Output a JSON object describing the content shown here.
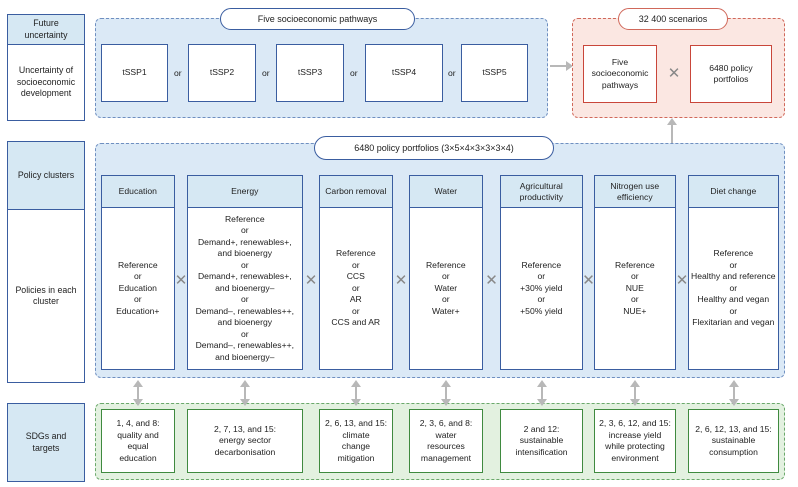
{
  "colors": {
    "panel_blue": "#dbe9f6",
    "panel_green": "#e3f1e0",
    "panel_red": "#fbe7e2",
    "header_blue": "#d6e8f3",
    "border": "#3a5da0",
    "arrow_grey": "#c0c0c0"
  },
  "left": {
    "row1a": "Future\nuncertainty",
    "row1b": "Uncertainty of\nsocioeconomic\ndevelopment",
    "row2a": "Policy clusters",
    "row2b": "Policies in each\ncluster",
    "row3": "SDGs and\ntargets"
  },
  "pathways": {
    "title": "Five socioeconomic pathways",
    "items": [
      "tSSP1",
      "tSSP2",
      "tSSP3",
      "tSSP4",
      "tSSP5"
    ],
    "or": "or"
  },
  "scenarios": {
    "title": "32 400 scenarios",
    "left": "Five\nsocioeconomic\npathways",
    "right": "6480 policy\nportfolios"
  },
  "portfolios": {
    "title": "6480 policy portfolios (3×5×4×3×3×3×4)"
  },
  "clusters": [
    {
      "name": "Education",
      "policies": "Reference\nor\nEducation\nor\nEducation+",
      "sdg": "1, 4, and 8:\nquality and\nequal\neducation"
    },
    {
      "name": "Energy",
      "policies": "Reference\nor\nDemand+, renewables+,\nand bioenergy\nor\nDemand+, renewables+,\nand bioenergy–\nor\nDemand–, renewables++,\nand bioenergy\nor\nDemand–, renewables++,\nand bioenergy–",
      "sdg": "2, 7, 13, and 15:\nenergy sector\ndecarbonisation"
    },
    {
      "name": "Carbon removal",
      "policies": "Reference\nor\nCCS\nor\nAR\nor\nCCS and AR",
      "sdg": "2, 6, 13, and 15:\nclimate\nchange\nmitigation"
    },
    {
      "name": "Water",
      "policies": "Reference\nor\nWater\nor\nWater+",
      "sdg": "2, 3, 6, and 8:\nwater\nresources\nmanagement"
    },
    {
      "name": "Agricultural\nproductivity",
      "policies": "Reference\nor\n+30% yield\nor\n+50% yield",
      "sdg": "2 and 12:\nsustainable\nintensification"
    },
    {
      "name": "Nitrogen use\nefficiency",
      "policies": "Reference\nor\nNUE\nor\nNUE+",
      "sdg": "2, 3, 6, 12, and 15:\nincrease yield\nwhile protecting\nenvironment"
    },
    {
      "name": "Diet change",
      "policies": "Reference\nor\nHealthy and reference\nor\nHealthy and vegan\nor\nFlexitarian and vegan",
      "sdg": "2, 6, 12, 13, and 15:\nsustainable\nconsumption"
    }
  ]
}
